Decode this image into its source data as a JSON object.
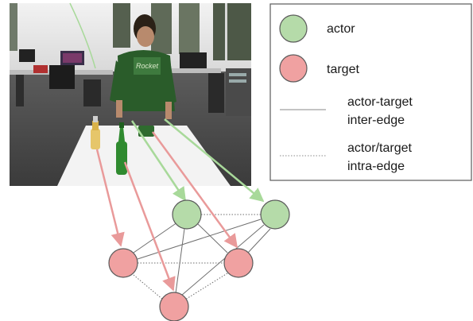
{
  "legend": {
    "actor_label": "actor",
    "target_label": "target",
    "inter_edge_line1": "actor-target",
    "inter_edge_line2": "inter-edge",
    "intra_edge_line1": "actor/target",
    "intra_edge_line2": "intra-edge"
  },
  "colors": {
    "actor_fill": "#b5dba9",
    "actor_stroke": "#5a5a5a",
    "target_fill": "#f0a1a1",
    "target_stroke": "#5a5a5a",
    "actor_arrow": "#a8d99a",
    "target_arrow": "#e99a9a",
    "edge": "#6e6e6e"
  },
  "photo": {
    "wall_poster_text": "Rocket"
  }
}
